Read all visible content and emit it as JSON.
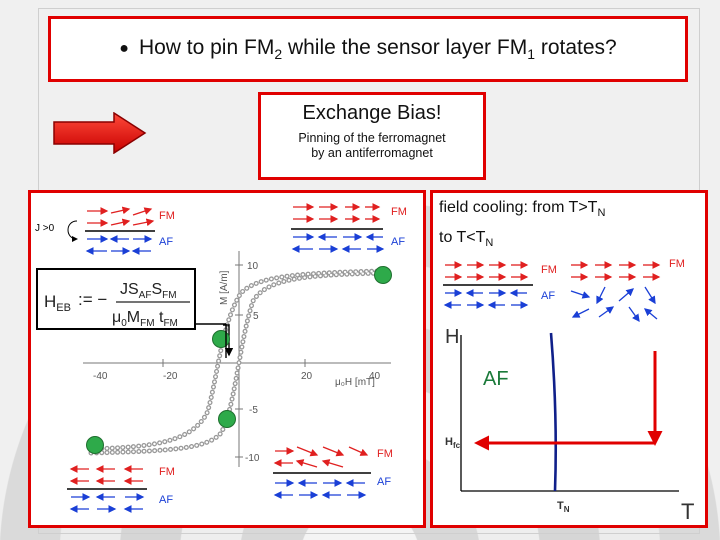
{
  "title": {
    "pre": "How to pin FM",
    "sub1": "2",
    "mid": " while the sensor layer FM",
    "sub2": "1",
    "post": " rotates?"
  },
  "exchange": {
    "title": "Exchange Bias!",
    "line1": "Pinning of the ferromagnet",
    "line2": "by an antiferromagnet"
  },
  "formula": {
    "lhs": "H",
    "lhs_sub": "EB",
    "op": ":= −",
    "num": "JS",
    "num_sub1": "AF",
    "num_s": "S",
    "num_sub2": "FM",
    "den_mu": "μ",
    "den_0": "0",
    "den_m": "M",
    "den_sub": "FM",
    "den_t": " t",
    "den_tsub": "FM"
  },
  "left": {
    "j_label": "J >0",
    "fm": "FM",
    "af": "AF",
    "ticks_x": [
      "-40",
      "-20",
      "20",
      "40"
    ],
    "ticks_y": [
      "10",
      "5",
      "-5",
      "-10"
    ],
    "x_label": "μ₀H [mT]",
    "y_label": "M [A/m]",
    "fm_tr": "FM",
    "af_tr": "AF",
    "fm_br": "FM",
    "af_br": "AF",
    "fm_bl": "FM",
    "af_bl": "AF"
  },
  "right": {
    "fc_line1": "field cooling:   from T>T",
    "fc_sub1": "N",
    "fc_line2": "to T<T",
    "fc_sub2": "N",
    "fm1": "FM",
    "af1": "AF",
    "fm2": "FM",
    "h_label": "H",
    "af_big": "AF",
    "hfc": "H",
    "hfc_sub": "fc",
    "tn": "T",
    "tn_sub": "N",
    "t_label": "T"
  },
  "colors": {
    "accent_red": "#e00000",
    "arrow_blue": "#1a3fd6",
    "marker_green": "#2eaa4a",
    "af_green": "#1b7a3a"
  }
}
